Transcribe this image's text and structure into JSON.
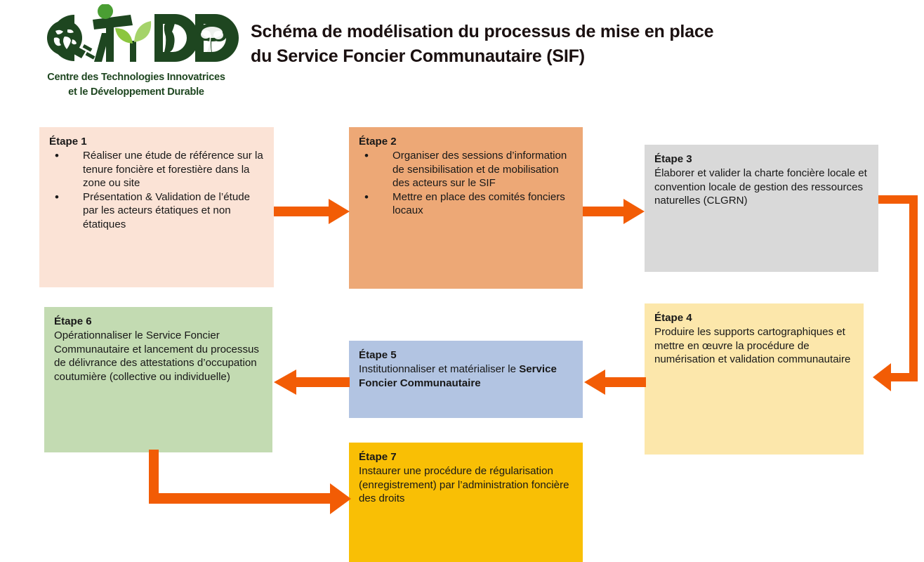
{
  "header": {
    "logo": {
      "name": "ctidd-logo",
      "letters": "CTIDD",
      "caption_line_1": "Centre des Technologies Innovatrices",
      "caption_line_2": "et le Développement Durable",
      "color": "#1e4620",
      "leaf_color": "#8cc63f"
    },
    "title_line_1": "Schéma de modélisation du processus de mise en place",
    "title_line_2": "du Service Foncier Communautaire (SIF)"
  },
  "colors": {
    "arrow": "#f25c05",
    "step_1_bg": "#fbe3d6",
    "step_2_bg": "#eda876",
    "step_3_bg": "#d9d9d9",
    "step_4_bg": "#fce7ab",
    "step_5_bg": "#b2c4e2",
    "step_6_bg": "#c3dbb2",
    "step_7_bg": "#f9bf05"
  },
  "steps": [
    {
      "id": "step-1",
      "title": "Étape 1",
      "type": "bullets",
      "bullets": [
        "Réaliser une étude de référence sur la tenure foncière et forestière dans la zone ou site",
        "Présentation & Validation de l’étude par les acteurs étatiques et non étatiques"
      ]
    },
    {
      "id": "step-2",
      "title": "Étape 2",
      "type": "bullets",
      "bullets": [
        "Organiser des sessions d’information de sensibilisation et de mobilisation des acteurs sur le SIF",
        "Mettre en place des comités fonciers locaux"
      ]
    },
    {
      "id": "step-3",
      "title": "Étape 3",
      "type": "paragraph",
      "text": "Élaborer et valider la charte foncière locale et convention locale de gestion des ressources naturelles (CLGRN)"
    },
    {
      "id": "step-4",
      "title": "Étape 4",
      "type": "paragraph",
      "text": "Produire les supports cartographiques et mettre en œuvre la procédure de numérisation et validation communautaire"
    },
    {
      "id": "step-5",
      "title": "Étape 5",
      "type": "paragraph-emphasis",
      "text": "Institutionnaliser et matérialiser le ",
      "emphasis": "Service Foncier Communautaire"
    },
    {
      "id": "step-6",
      "title": "Étape 6",
      "type": "paragraph",
      "text": "Opérationnaliser le Service Foncier Communautaire et lancement du processus de délivrance des attestations d’occupation coutumière (collective ou individuelle)"
    },
    {
      "id": "step-7",
      "title": "Étape 7",
      "type": "paragraph",
      "text": "Instaurer une procédure de régularisation (enregistrement) par l’administration foncière des droits"
    }
  ],
  "connectors": [
    {
      "name": "arrow-step1-to-step2",
      "from": "Étape 1",
      "to": "Étape 2",
      "direction": "right"
    },
    {
      "name": "arrow-step2-to-step3",
      "from": "Étape 2",
      "to": "Étape 3",
      "direction": "right"
    },
    {
      "name": "arrow-step3-to-step4",
      "from": "Étape 3",
      "to": "Étape 4",
      "direction": "right-down-left"
    },
    {
      "name": "arrow-step4-to-step5",
      "from": "Étape 4",
      "to": "Étape 5",
      "direction": "left"
    },
    {
      "name": "arrow-step5-to-step6",
      "from": "Étape 5",
      "to": "Étape 6",
      "direction": "left"
    },
    {
      "name": "arrow-step6-to-step7",
      "from": "Étape 6",
      "to": "Étape 7",
      "direction": "down-right"
    }
  ]
}
